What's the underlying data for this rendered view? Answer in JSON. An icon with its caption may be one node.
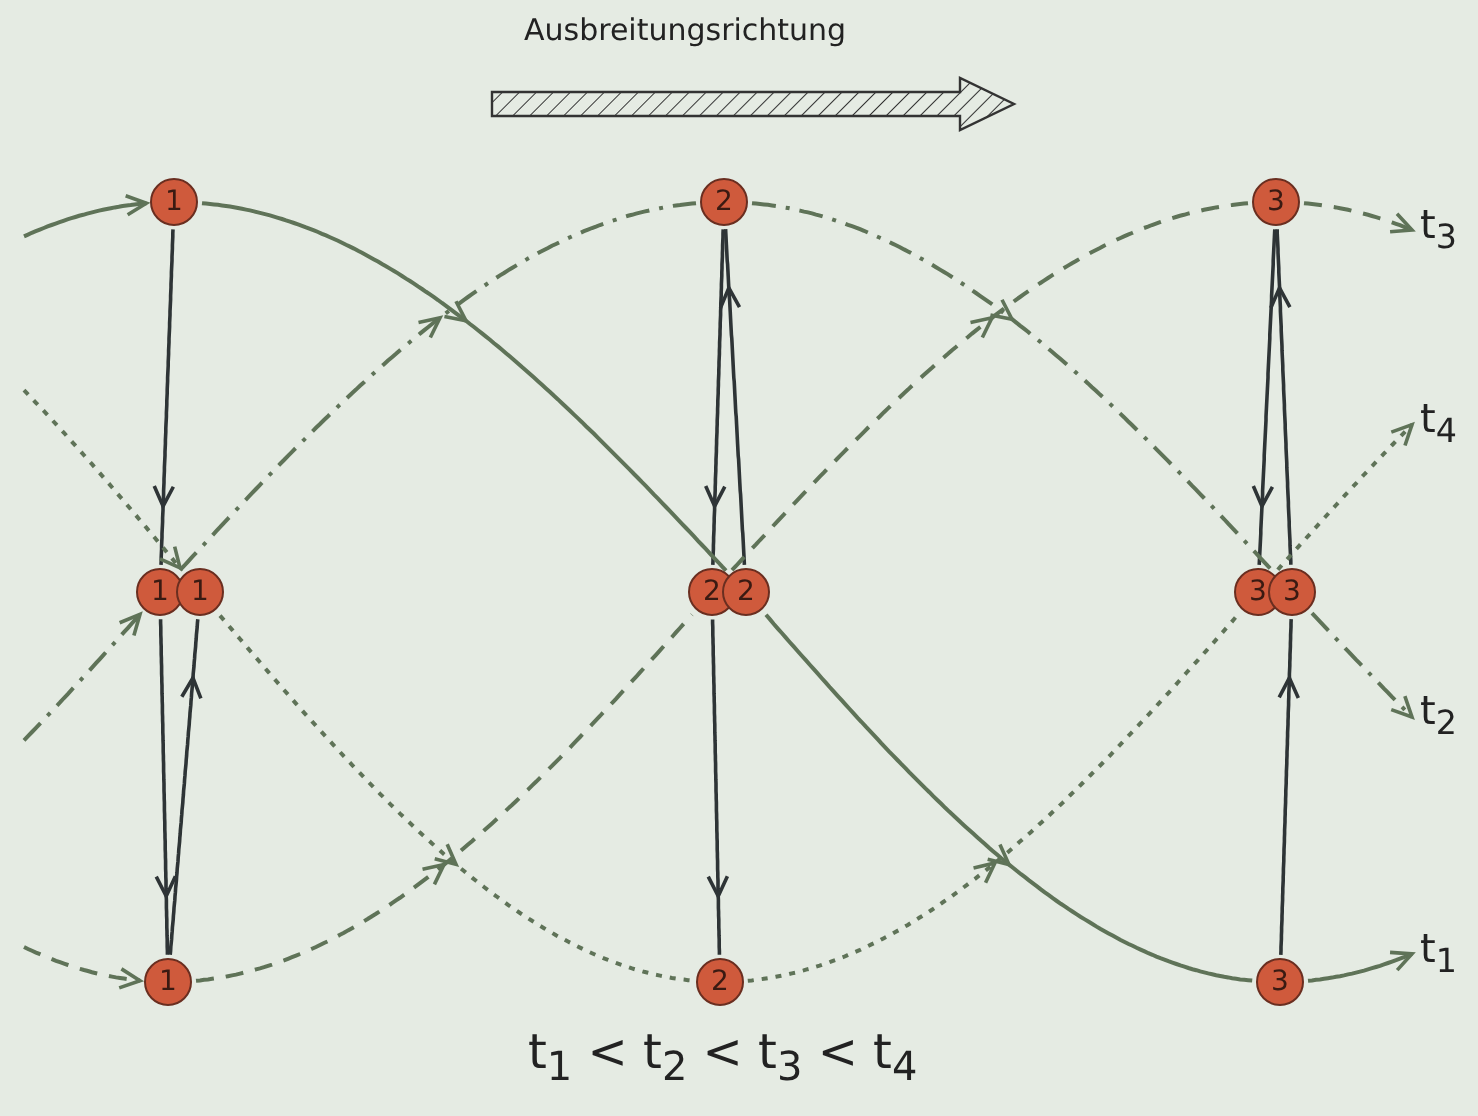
{
  "diagram": {
    "nodes": [
      {
        "text": [
          "1"
        ]
      },
      {
        "text": [
          "2"
        ]
      },
      {
        "text": [
          "3"
        ]
      },
      {
        "text": [
          "t$_{3}$"
        ]
      },
      {
        "text": [
          "t$_{4}$"
        ]
      },
      {
        "text": [
          "1"
        ]
      },
      {
        "text": [
          "1"
        ]
      },
      {
        "text": [
          "2"
        ]
      },
      {
        "text": [
          "2"
        ]
      },
      {
        "text": [
          "3"
        ]
      },
      {
        "text": [
          "3"
        ]
      },
      {
        "text": [
          "t$_{2}$"
        ]
      },
      {
        "text": [
          "1"
        ]
      },
      {
        "text": [
          "2"
        ]
      },
      {
        "text": [
          "3"
        ]
      },
      {
        "text": [
          "t$_{1}$"
        ]
      }
    ],
    "edges": [
      {
        "from": 0,
        "to": 5,
        "arrow": "to",
        "color": "#2e3436"
      },
      {
        "from": 5,
        "to": 12,
        "arrow": "to",
        "color": "#2e3436"
      },
      {
        "from": 12,
        "to": 6,
        "arrow": "to",
        "color": "#2e3436"
      },
      {
        "from": 1,
        "to": 7,
        "arrow": "to",
        "color": "#2e3436"
      },
      {
        "from": 8,
        "to": 1,
        "arrow": "to",
        "color": "#2e3436"
      },
      {
        "from": 7,
        "to": 13,
        "arrow": "to",
        "color": "#2e3436"
      },
      {
        "from": 2,
        "to": 9,
        "arrow": "to",
        "color": "#2e3436"
      },
      {
        "from": 10,
        "to": 2,
        "arrow": "to",
        "color": "#2e3436"
      },
      {
        "from": 14,
        "to": 10,
        "arrow": "to",
        "color": "#2e3436"
      },
      {
        "from": null,
        "to": 0,
        "arrow": "to"
      },
      {
        "from": 0,
        "to": 8,
        "arrow": "to"
      },
      {
        "from": 8,
        "to": 14,
        "arrow": "to"
      },
      {
        "from": 14,
        "to": 15,
        "arrow": "to"
      },
      {
        "from": null,
        "to": 5,
        "arrow": "to",
        "style": "dashed"
      },
      {
        "from": 5,
        "to": 1,
        "arrow": "to",
        "style": "dashed"
      },
      {
        "from": 1,
        "to": 10,
        "arrow": "to",
        "style": "dashed"
      },
      {
        "from": 10,
        "to": 11,
        "arrow": "to",
        "style": "dashed"
      },
      {
        "from": null,
        "to": 12,
        "arrow": "to",
        "style": "dashed"
      },
      {
        "from": 12,
        "to": 7,
        "arrow": "to",
        "style": "dashed"
      },
      {
        "from": 7,
        "to": 2,
        "arrow": "to",
        "style": "dashed"
      },
      {
        "from": 2,
        "to": 3,
        "arrow": "to",
        "style": "dashed"
      },
      {
        "from": null,
        "to": 6,
        "arrow": "to",
        "style": "dashed"
      },
      {
        "from": 6,
        "to": 13,
        "arrow": "to",
        "style": "dashed"
      },
      {
        "from": 13,
        "to": 9,
        "arrow": "to",
        "style": "dashed"
      },
      {
        "from": 9,
        "to": 4,
        "arrow": "to",
        "style": "dashed"
      }
    ],
    "labels": [
      "Ausbreitungsrichtung",
      "t$_{1}$ < t$_{2}$ < t$_{3}$ < t$_{4}$"
    ]
  }
}
